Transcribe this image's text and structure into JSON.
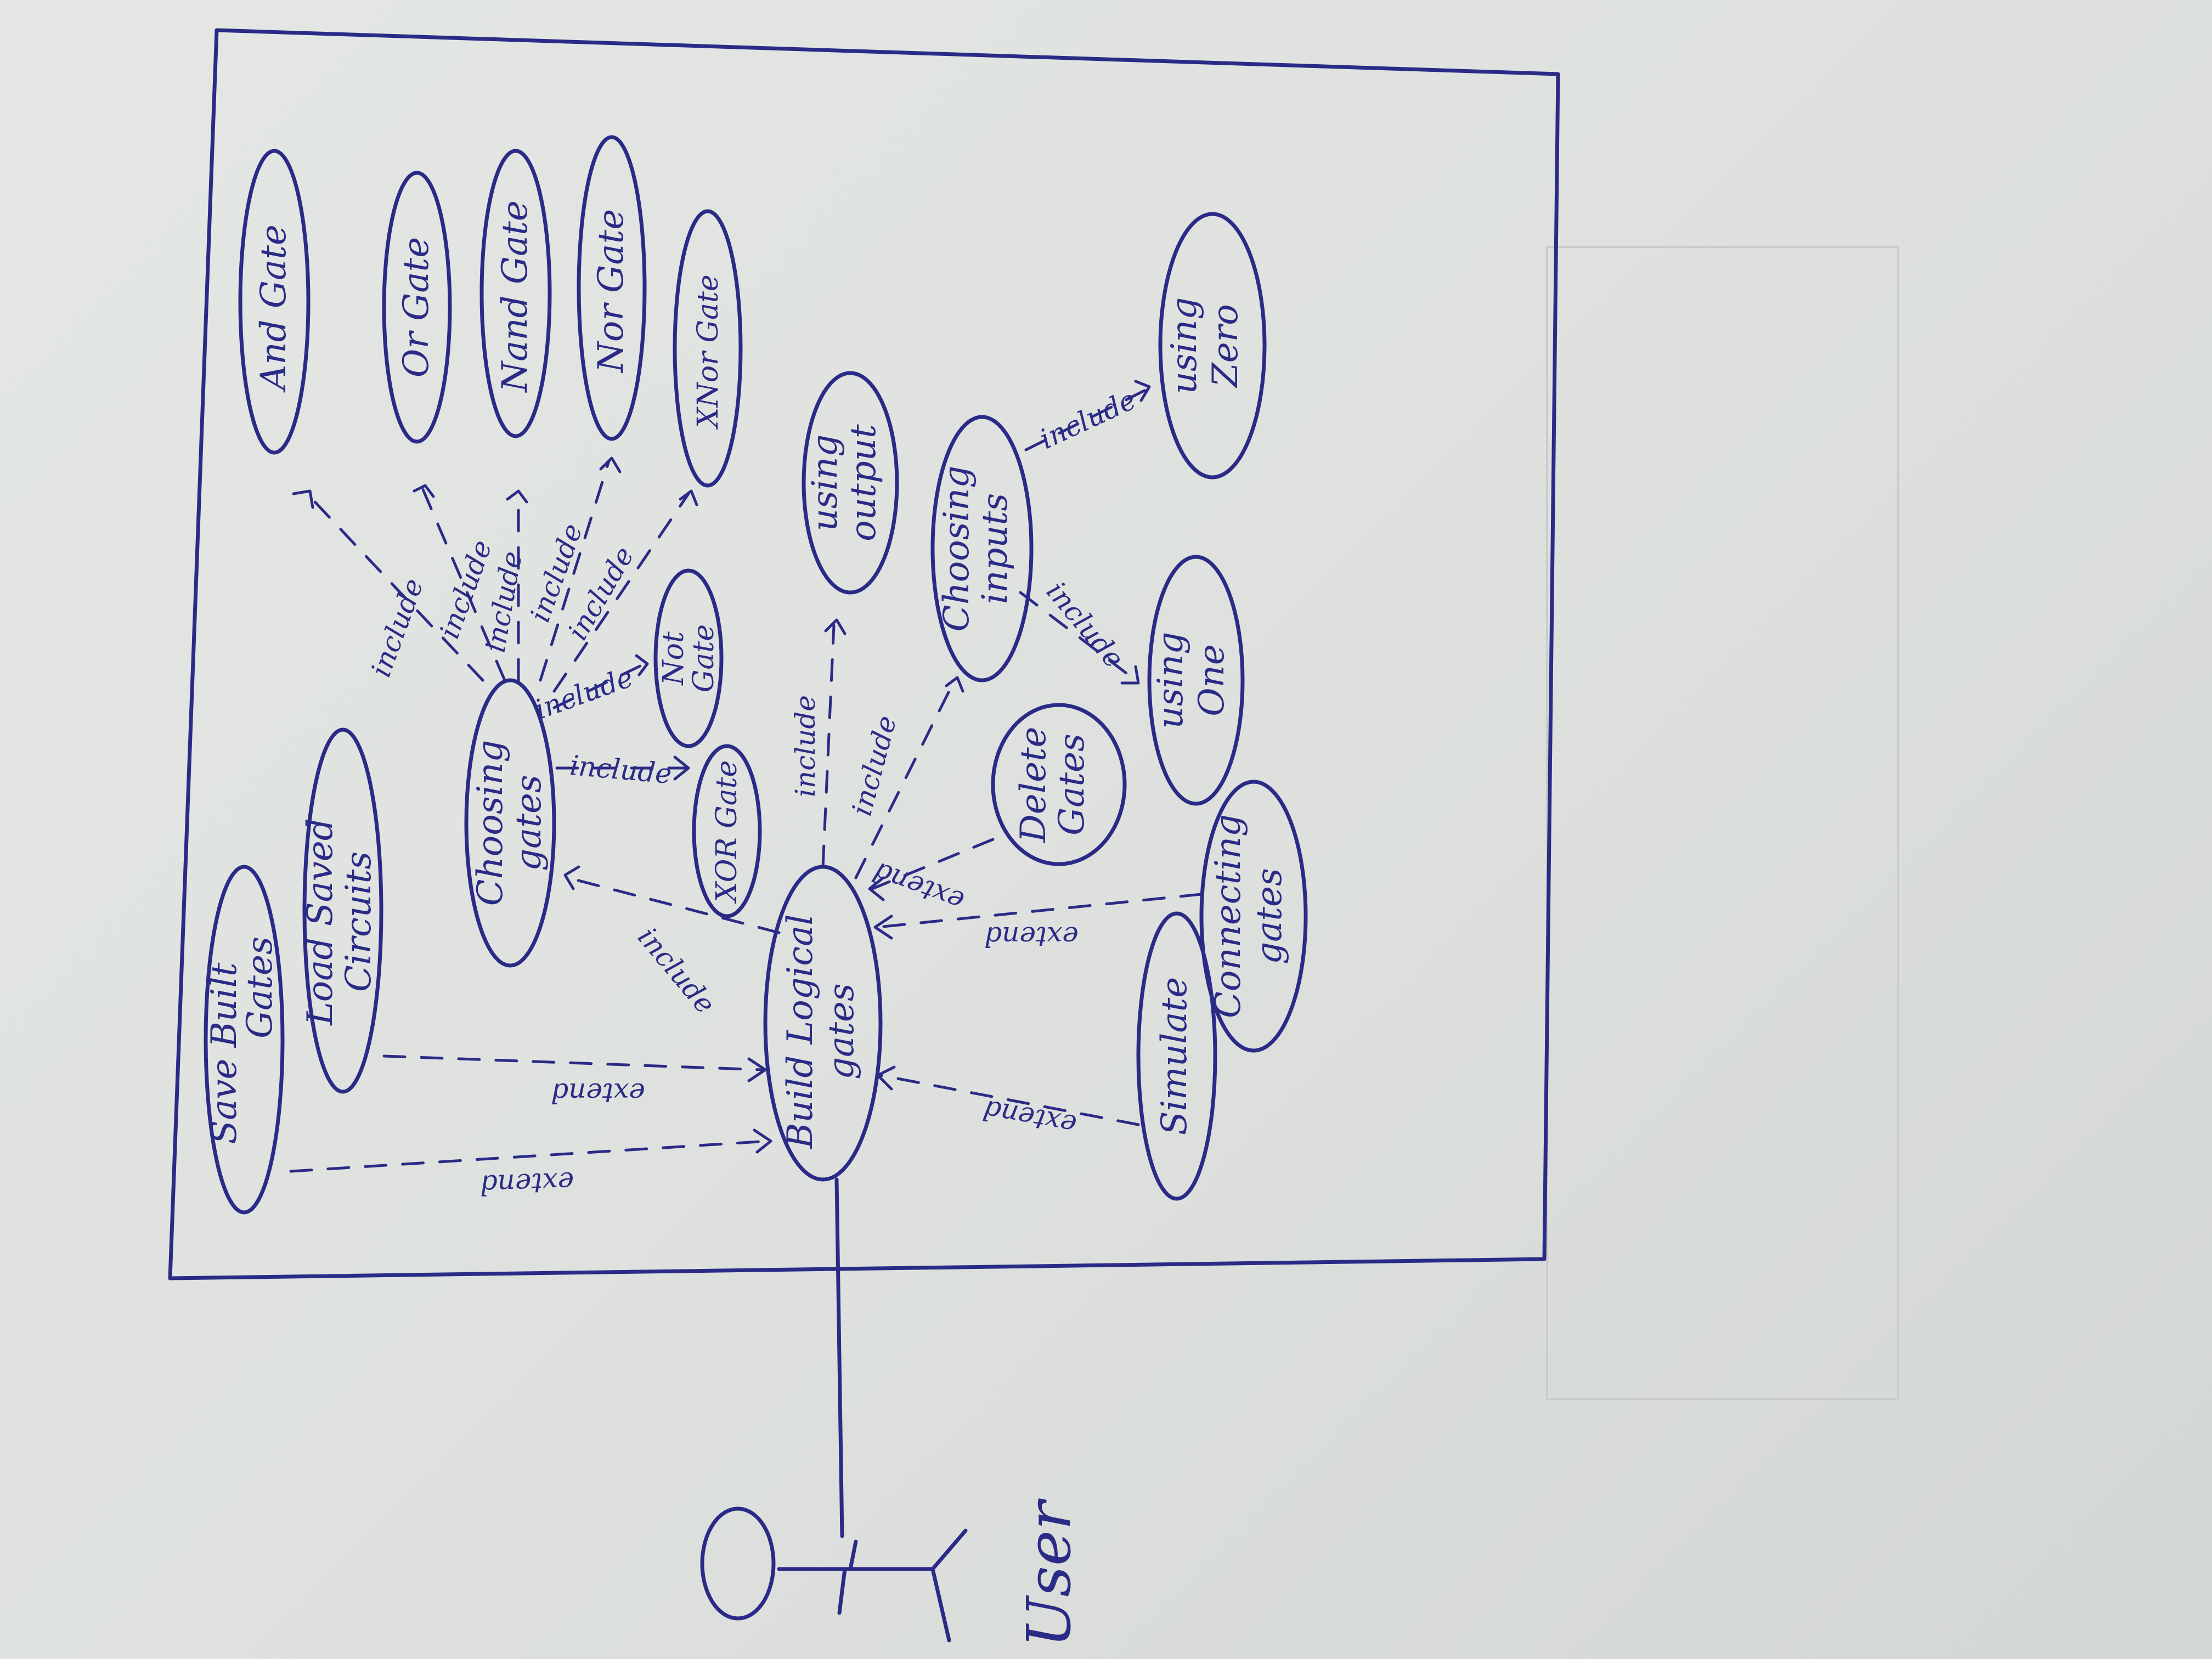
{
  "actor": {
    "label": "User"
  },
  "use_cases": {
    "and_gate": "And Gate",
    "or_gate": "Or Gate",
    "nand_gate": "Nand Gate",
    "nor_gate": "Nor Gate",
    "xnor_gate": "XNor Gate",
    "not_gate_1": "Not",
    "not_gate_2": "Gate",
    "xor_gate": "XOR Gate",
    "choosing_gates_1": "Choosing",
    "choosing_gates_2": "gates",
    "load_saved_1": "Load Saved",
    "load_saved_2": "Circuits",
    "save_built_1": "Save Built",
    "save_built_2": "Gates",
    "build_logical_1": "Build Logical",
    "build_logical_2": "gates",
    "using_output_1": "using",
    "using_output_2": "output",
    "choosing_inputs_1": "Choosing",
    "choosing_inputs_2": "inputs",
    "using_zero_1": "using",
    "using_zero_2": "Zero",
    "using_one_1": "using",
    "using_one_2": "One",
    "delete_gates_1": "Delete",
    "delete_gates_2": "Gates",
    "connecting_gates_1": "Connecting",
    "connecting_gates_2": "gates",
    "simulate": "Simulate"
  },
  "relations": {
    "include": "include",
    "extend": "extend"
  },
  "colors": {
    "ink": "#2a2b86",
    "paper": "#e0e3e0"
  }
}
